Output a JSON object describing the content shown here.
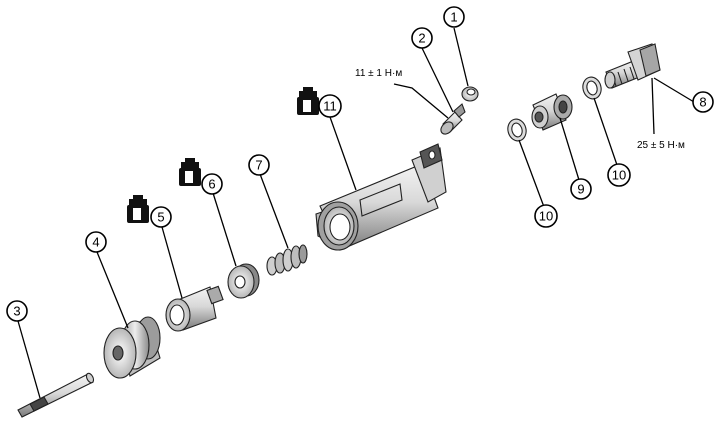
{
  "callouts": {
    "c1": "1",
    "c2": "2",
    "c3": "3",
    "c4": "4",
    "c5": "5",
    "c6": "6",
    "c7": "7",
    "c8": "8",
    "c9": "9",
    "c10a": "10",
    "c10b": "10",
    "c11": "11"
  },
  "torque": {
    "bleeder": "11 ± 1 Н·м",
    "bolt": "25 ± 5 Н·м"
  }
}
